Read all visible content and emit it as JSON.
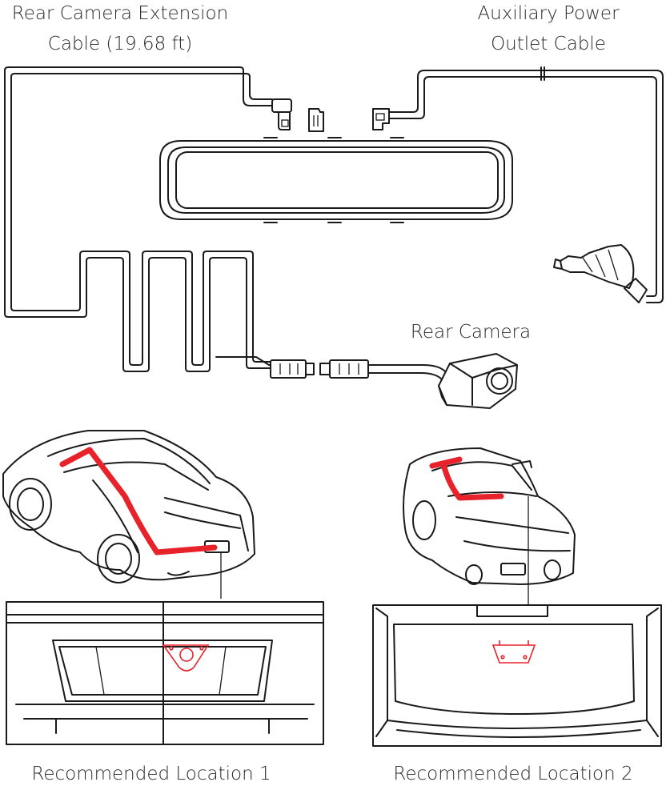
{
  "labels": {
    "rear_cable_line1": "Rear Camera Extension",
    "rear_cable_line2": "Cable (19.68 ft)",
    "aux_line1": "Auxiliary Power",
    "aux_line2": "Outlet Cable",
    "rear_camera": "Rear Camera",
    "location_1": "Recommended Location 1",
    "location_2": "Recommended Location 2"
  },
  "colors": {
    "line": "#1a1a1a",
    "highlight": "#e8222b",
    "background": "#ffffff"
  }
}
